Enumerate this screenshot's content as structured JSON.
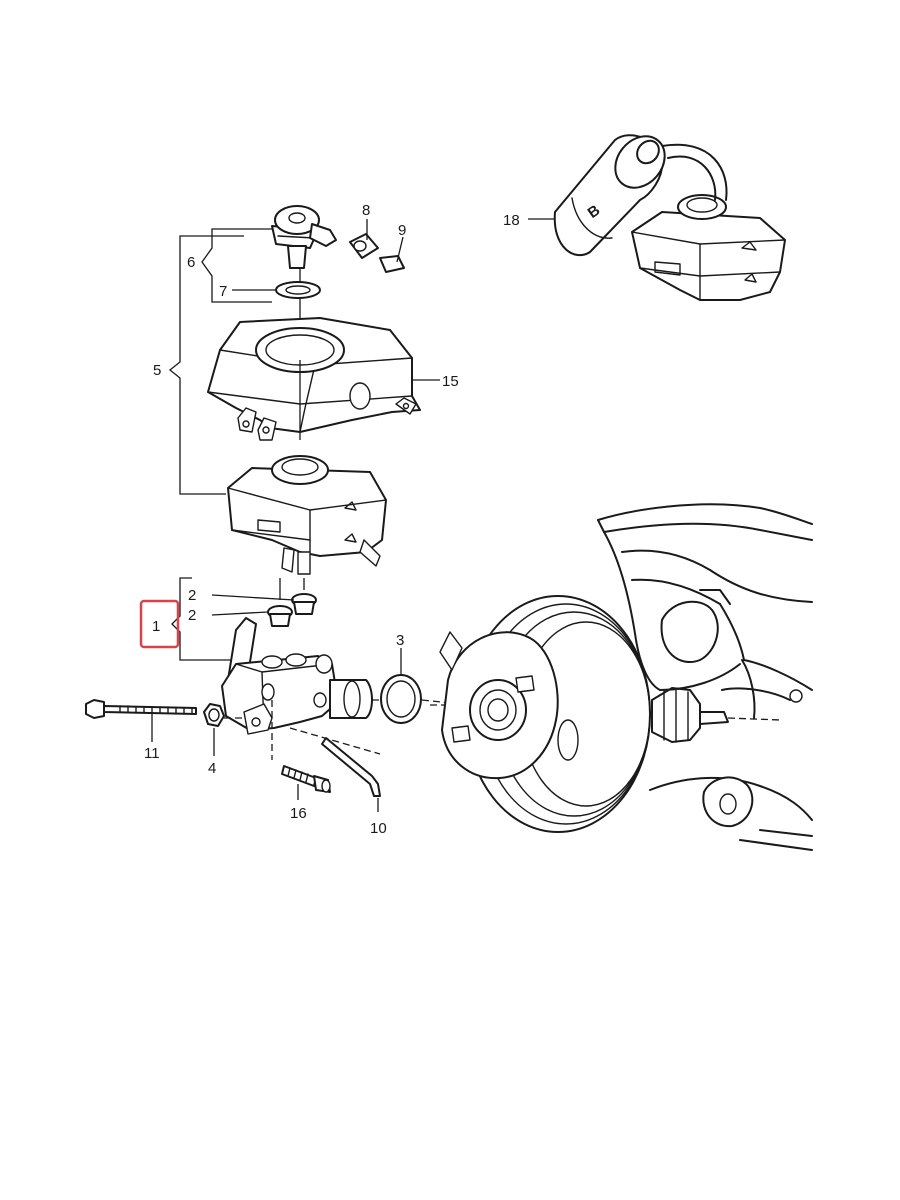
{
  "callouts": {
    "n1": "1",
    "n2a": "2",
    "n2b": "2",
    "n3": "3",
    "n4": "4",
    "n5": "5",
    "n6": "6",
    "n7": "7",
    "n8": "8",
    "n9": "9",
    "n10": "10",
    "n11": "11",
    "n15": "15",
    "n16": "16",
    "n18": "18"
  },
  "inset_bottle_letter": "B",
  "highlight_color": "#d9434a"
}
